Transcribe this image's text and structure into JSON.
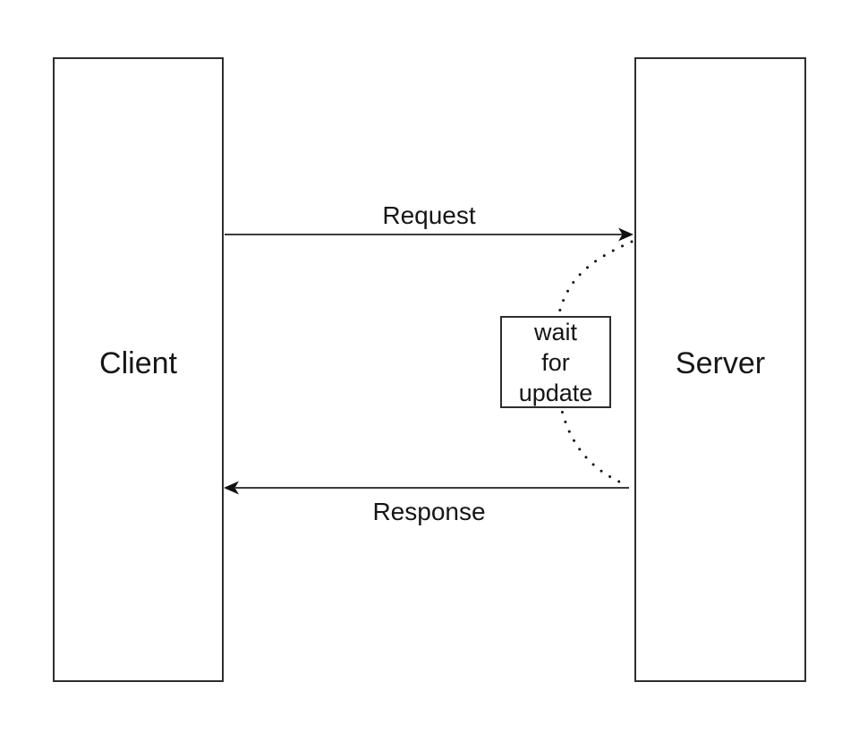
{
  "diagram": {
    "kind": "client-server long-polling sequence diagram",
    "nodes": {
      "client": {
        "label": "Client"
      },
      "server": {
        "label": "Server"
      },
      "wait_box": {
        "label": "wait for update",
        "lines": [
          "wait",
          "for",
          "update"
        ]
      }
    },
    "arrows": {
      "request": {
        "label": "Request",
        "from": "Client",
        "to": "Server",
        "style": "solid"
      },
      "response": {
        "label": "Response",
        "from": "Server",
        "to": "Client",
        "style": "solid"
      },
      "wait_loop": {
        "label": "",
        "style": "dotted-arc",
        "connects": "Request arrow tip to Response arrow via wait-for-update box"
      }
    },
    "colors": {
      "background": "#ffffff",
      "stroke": "#2e2e2e",
      "line": "#3c3c3c",
      "arrowhead": "#111111",
      "dots": "#111111",
      "text": "#161616"
    }
  }
}
